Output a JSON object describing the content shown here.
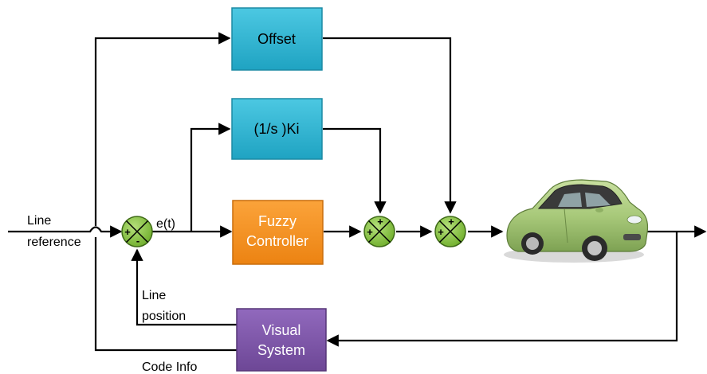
{
  "blocks": {
    "offset": "Offset",
    "integrator": "(1/s )Ki",
    "fuzzy_line1": "Fuzzy",
    "fuzzy_line2": "Controller",
    "visual_line1": "Visual",
    "visual_line2": "System"
  },
  "labels": {
    "line_ref_1": "Line",
    "line_ref_2": "reference",
    "error": "e(t)",
    "line_pos_1": "Line",
    "line_pos_2": "position",
    "code_info": "Code Info"
  },
  "signs": {
    "s1_plus": "+",
    "s1_minus": "-",
    "s2_top": "+",
    "s2_left": "+",
    "s3_top": "+",
    "s3_left": "+"
  },
  "colors": {
    "block_blue": "#29b6d4",
    "block_orange": "#f7941d",
    "block_purple": "#7e57a8",
    "summer_green": "#8dc63f",
    "car_body": "#a8c97a"
  },
  "icons": {
    "vehicle": "car-icon"
  }
}
